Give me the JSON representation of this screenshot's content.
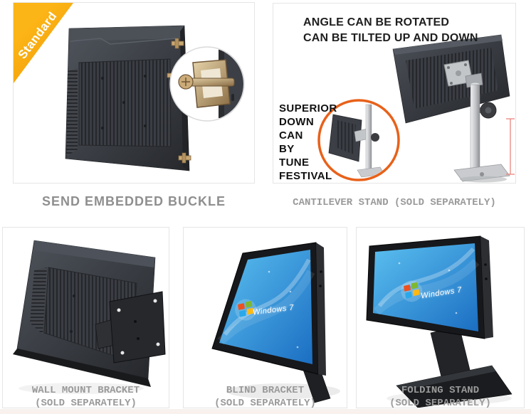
{
  "page": {
    "background": "#ffffff",
    "footer_strip_color": "#f8f1ee"
  },
  "colors": {
    "accent_orange": "#e8611a",
    "ribbon_yellow_start": "#fcb516",
    "ribbon_yellow_end": "#ee9506",
    "caption_gray": "#9a9a9a",
    "heading_black": "#1e1e1e",
    "panel_border": "#e5e5e5",
    "monitor_dark": "#34373c",
    "metal_silver": "#c9cbce",
    "buckle_bronze": "#c2a071",
    "screen_blue_light": "#5bc0f0",
    "screen_blue_dark": "#1b6ec2",
    "win_red": "#f0501e",
    "win_green": "#7eb832",
    "win_blue": "#29a8ea",
    "win_yellow": "#fdb813",
    "dimension_red": "#e87c74"
  },
  "panels": {
    "standard_buckle": {
      "ribbon_label": "Standard",
      "caption": "SEND EMBEDDED BUCKLE"
    },
    "cantilever_stand": {
      "heading_line1": "ANGLE CAN BE ROTATED",
      "heading_line2": "CAN BE TILTED UP AND DOWN",
      "side_note_lines": [
        "SUPERIOR",
        "DOWN",
        "CAN",
        "BY",
        "TUNE",
        "FESTIVAL"
      ],
      "caption": "CANTILEVER STAND (SOLD SEPARATELY)"
    },
    "wall_mount": {
      "caption_line1": "WALL MOUNT BRACKET",
      "caption_line2": "(SOLD SEPARATELY)"
    },
    "blind_bracket": {
      "caption_line1": "BLIND BRACKET",
      "caption_line2": "(SOLD SEPARATELY)",
      "screen_label": "Windows 7"
    },
    "folding_stand": {
      "caption_line1": "FOLDING STAND",
      "caption_line2": "(SOLD SEPARATELY)",
      "screen_label": "Windows 7"
    }
  }
}
